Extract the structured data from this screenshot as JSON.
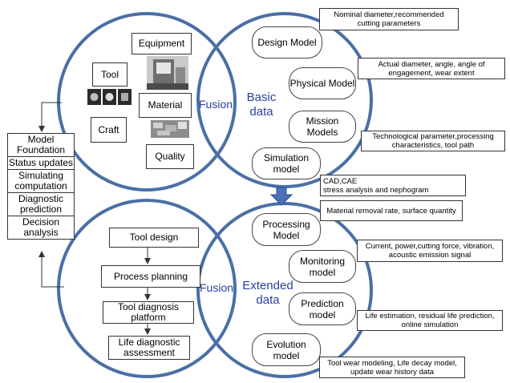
{
  "left_panel": {
    "items": [
      "Model Foundation",
      "Status updates",
      "Simulating computation",
      "Diagnostic prediction",
      "Decision analysis"
    ]
  },
  "physical": {
    "equipment": "Equipment",
    "tool": "Tool",
    "material": "Material",
    "craft": "Craft",
    "quality": "Quality"
  },
  "fusion_top": "Fusion",
  "fusion_bottom": "Fusion",
  "basic_data": {
    "line1": "Basic",
    "line2": "data"
  },
  "extended_data": {
    "line1": "Extended",
    "line2": "data"
  },
  "basic_models": {
    "design": "Design Model",
    "physical": "Physical Model",
    "mission": "Mission Models",
    "simulation": "Simulation model"
  },
  "extended_models": {
    "processing": "Processing Model",
    "monitoring": "Monitoring model",
    "prediction": "Prediction model",
    "evolution": "Evolution model"
  },
  "notes": {
    "design": "Nominal diameter,recommended cutting parameters",
    "physical": "Actual diameter, angle, angle of engagement, wear extent",
    "mission": "Technological parameter,processing characteristics, tool path",
    "simulation_line1": "CAD,CAE",
    "simulation_line2": "stress analysis and nephogram",
    "processing": "Material removal rate, surface quantity",
    "monitoring": "Current, power,cutting force, vibration, acoustic emission signal",
    "prediction": "Life estimation, residual life prediction, online simulation",
    "evolution": "Tool wear modeling, Life decay model, update wear history data"
  },
  "flow": {
    "step1": "Tool design",
    "step2": "Process planning",
    "step3": "Tool diagnosis platform",
    "step4": "Life diagnostic assessment"
  },
  "colors": {
    "circle": "#4a6fa5",
    "accent_text": "#2a3f9e",
    "arrow": "#4a72b8"
  }
}
